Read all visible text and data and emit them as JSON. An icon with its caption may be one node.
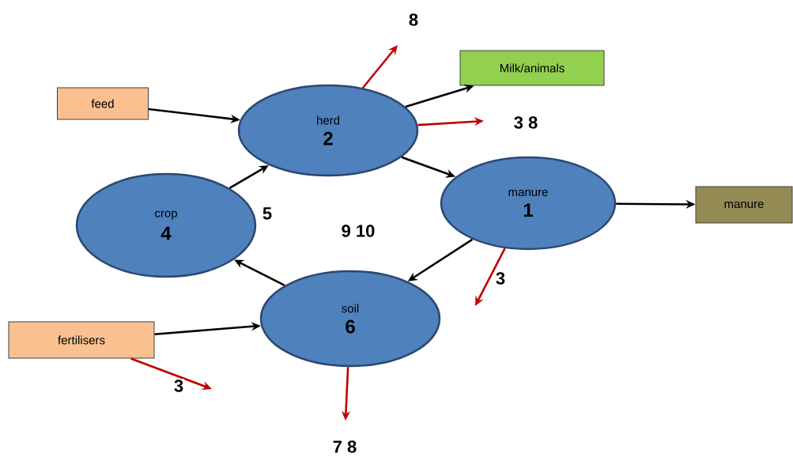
{
  "diagram": {
    "nodes": [
      {
        "text": [
          "feed"
        ]
      },
      {
        "text": [
          "herd",
          "2"
        ]
      },
      {
        "text": [
          "Milk/animals"
        ]
      },
      {
        "text": [
          "manure",
          "1"
        ]
      },
      {
        "text": [
          "manure"
        ]
      },
      {
        "text": [
          "crop",
          "4"
        ]
      },
      {
        "text": [
          "soil",
          "6"
        ]
      },
      {
        "text": [
          "fertilisers"
        ]
      }
    ],
    "edges": [
      {
        "from": 0,
        "to": 1,
        "arrow": "to"
      },
      {
        "from": 1,
        "to": 2,
        "arrow": "to"
      },
      {
        "from": 1,
        "to": 3,
        "arrow": "to"
      },
      {
        "from": 3,
        "to": 4,
        "arrow": "to"
      },
      {
        "from": 3,
        "to": 6,
        "arrow": "to"
      },
      {
        "from": 6,
        "to": 5,
        "arrow": "to"
      },
      {
        "from": 5,
        "to": 1,
        "arrow": "to"
      },
      {
        "from": 7,
        "to": 6,
        "arrow": "to"
      },
      {
        "from": 1,
        "to": null,
        "arrow": "to",
        "label": "8",
        "color": "#c00000"
      },
      {
        "from": 1,
        "to": null,
        "arrow": "to",
        "label": "3 8",
        "color": "#c00000"
      },
      {
        "from": 3,
        "to": null,
        "arrow": "to",
        "label": "3",
        "color": "#c00000"
      },
      {
        "from": 7,
        "to": null,
        "arrow": "to",
        "label": "3",
        "color": "#c00000"
      },
      {
        "from": 6,
        "to": null,
        "arrow": "to",
        "label": "7 8",
        "color": "#c00000"
      }
    ],
    "labels": [
      "5",
      "9 10"
    ]
  }
}
